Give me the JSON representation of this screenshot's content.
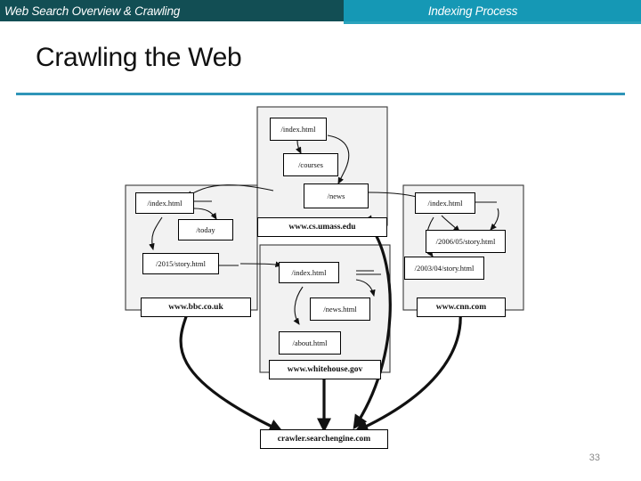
{
  "banner": {
    "left_label": "Web Search Overview & Crawling",
    "right_label": "Indexing Process",
    "left_color": "#124e54",
    "right_color": "#1598b5",
    "underline_color": "#2aa3bd"
  },
  "slide": {
    "title": "Crawling the Web",
    "rule_color": "#2f95b8",
    "page_number": "33"
  },
  "diagram": {
    "crawler_label": "crawler.searchengine.com",
    "clusters": [
      {
        "id": "umass",
        "site_label": "www.cs.umass.edu",
        "pages": [
          {
            "id": "umass-index",
            "label": "/index.html"
          },
          {
            "id": "umass-courses",
            "label": "/courses"
          },
          {
            "id": "umass-news",
            "label": "/news"
          }
        ]
      },
      {
        "id": "bbc",
        "site_label": "www.bbc.co.uk",
        "pages": [
          {
            "id": "bbc-index",
            "label": "/index.html"
          },
          {
            "id": "bbc-today",
            "label": "/today"
          },
          {
            "id": "bbc-story",
            "label": "/2015/story.html"
          }
        ]
      },
      {
        "id": "cnn",
        "site_label": "www.cnn.com",
        "pages": [
          {
            "id": "cnn-index",
            "label": "/index.html"
          },
          {
            "id": "cnn-story-2006",
            "label": "/2006/05/story.html"
          },
          {
            "id": "cnn-story-2003",
            "label": "/2003/04/story.html"
          }
        ]
      },
      {
        "id": "whitehouse",
        "site_label": "www.whitehouse.gov",
        "pages": [
          {
            "id": "wh-index",
            "label": "/index.html"
          },
          {
            "id": "wh-news",
            "label": "/news.html"
          },
          {
            "id": "wh-about",
            "label": "/about.html"
          }
        ]
      }
    ]
  }
}
